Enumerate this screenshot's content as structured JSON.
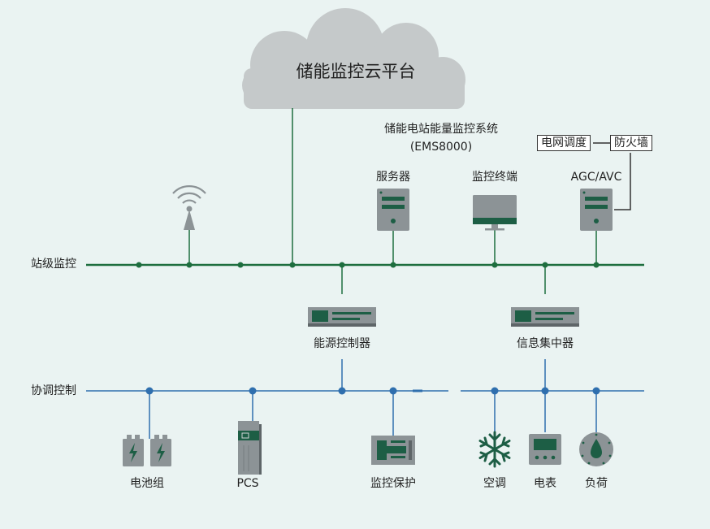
{
  "cloud": {
    "title": "储能监控云平台"
  },
  "ems": {
    "title": "储能电站能量监控系统",
    "model": "(EMS8000)"
  },
  "dispatch": {
    "grid": "电网调度",
    "firewall": "防火墙"
  },
  "station": {
    "bus_label": "站级监控",
    "server": "服务器",
    "terminal": "监控终端",
    "agc": "AGC/AVC"
  },
  "controllers": {
    "energy": "能源控制器",
    "info": "信息集中器"
  },
  "coord": {
    "bus_label": "协调控制",
    "battery": "电池组",
    "pcs": "PCS",
    "protection": "监控保护",
    "ac": "空调",
    "meter": "电表",
    "load": "负荷"
  },
  "colors": {
    "background": "#eaf3f2",
    "station_bus": "#1e6e3f",
    "coord_bus": "#2f6fae",
    "device_gray": "#8c9396",
    "device_dark": "#1d5e45",
    "cloud": "#c5c9ca"
  },
  "icons": {
    "antenna": "antenna-icon",
    "server": "server-icon",
    "monitor": "monitor-icon",
    "controller": "controller-box-icon",
    "battery": "battery-icon",
    "pcs": "pcs-cabinet-icon",
    "protection": "protection-board-icon",
    "ac": "snowflake-icon",
    "meter": "meter-icon",
    "load": "load-dial-icon"
  }
}
